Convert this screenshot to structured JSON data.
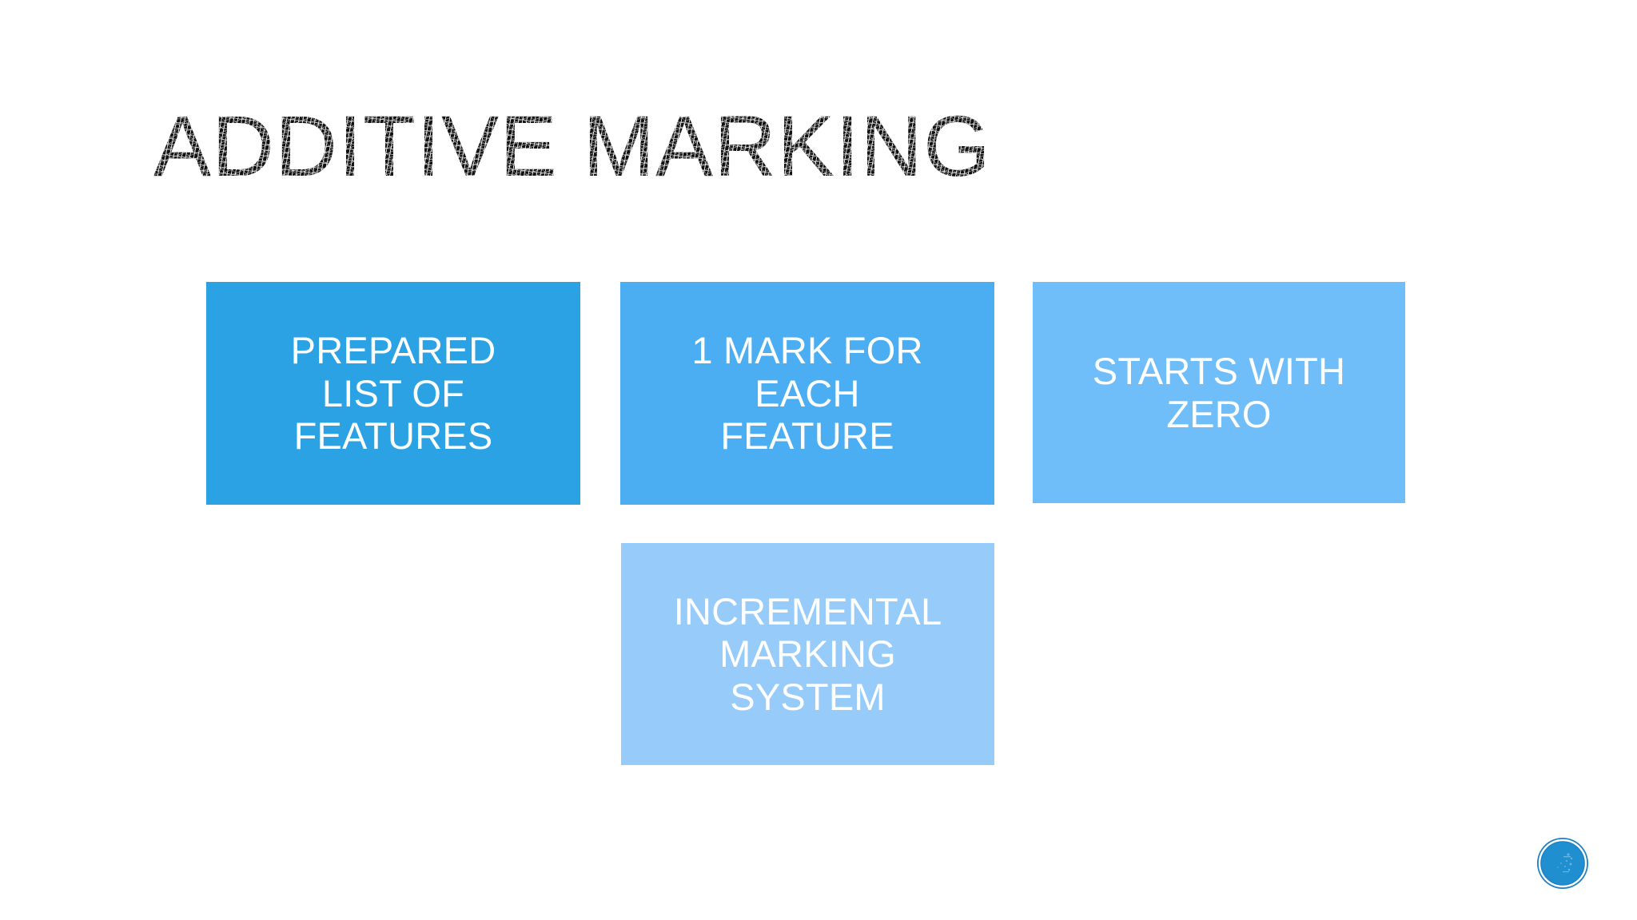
{
  "slide": {
    "title": "ADDITIVE MARKING",
    "background_color": "#FFFFFF",
    "title_color": "#111111"
  },
  "process_boxes": [
    {
      "id": "prepared-list-of-features",
      "label": "PREPARED\nLIST OF\nFEATURES",
      "color": "#2AA2E3",
      "text_color": "#FFFFFF",
      "row": 1,
      "column": 1
    },
    {
      "id": "one-mark-for-each-feature",
      "label": "1 MARK FOR\nEACH\nFEATURE",
      "color": "#4BAEF2",
      "text_color": "#FFFFFF",
      "row": 1,
      "column": 2
    },
    {
      "id": "starts-with-zero",
      "label": "STARTS WITH\nZERO",
      "color": "#6FBDF9",
      "text_color": "#FFFFFF",
      "row": 1,
      "column": 3
    },
    {
      "id": "incremental-marking-system",
      "label": "INCREMENTAL\nMARKING\nSYSTEM",
      "color": "#96CBFA",
      "text_color": "#FFFFFF",
      "row": 2,
      "column": 2
    }
  ],
  "logo": {
    "name": "circular-blue-logo",
    "outer_color": "#1B7FC4",
    "fill_color": "#1F8FD0",
    "ring_color": "#FFFFFF"
  }
}
